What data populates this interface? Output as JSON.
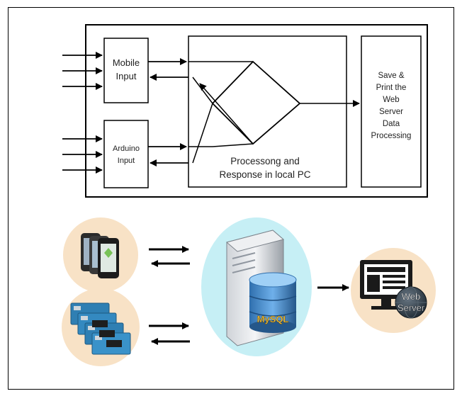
{
  "flow": {
    "mobile_input_line1": "Mobile",
    "mobile_input_line2": "Input",
    "arduino_input_line1": "Arduino",
    "arduino_input_line2": "Input",
    "processing_line1": "Processong and",
    "processing_line2": "Response in local PC",
    "save_lines": [
      "Save &",
      "Print the",
      "Web",
      "Server",
      "Data",
      "Processing"
    ]
  },
  "infra": {
    "db_label": "MySQL",
    "web_server_line1": "Web",
    "web_server_line2": "Server"
  },
  "colors": {
    "peach_circle": "#f8e2c6",
    "cyan_circle": "#c6eff5",
    "accent_blue": "#3a7fc4"
  }
}
